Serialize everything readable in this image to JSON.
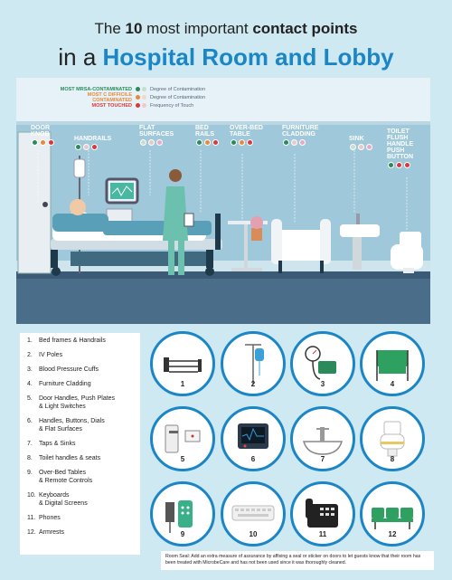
{
  "title": {
    "line1_pre": "The ",
    "line1_num": "10",
    "line1_mid": " most important ",
    "line1_bold": "contact points",
    "line2_pre": "in a ",
    "line2_big": "Hospital Room and Lobby"
  },
  "legend": {
    "rows": [
      {
        "label": "MOST MRSA-CONTAMINATED",
        "color": "#2a8a5a",
        "desc": "Degree of Contamination"
      },
      {
        "label": "MOST C DIFFICILE CONTAMINATED",
        "color": "#e8893a",
        "desc": "Degree of Contamination"
      },
      {
        "label": "MOST TOUCHED",
        "color": "#d83a3a",
        "desc": "Frequency of Touch"
      }
    ]
  },
  "touch_points": [
    {
      "label": "Door\nKnob",
      "dots": [
        "#2a8a5a",
        "#e8893a",
        "#d83a3a"
      ]
    },
    {
      "label": "Handrails",
      "dots": [
        "#2a8a5a",
        "#e8c8c8",
        "#d83a3a"
      ]
    },
    {
      "label": "Flat\nSurfaces",
      "dots": [
        "#c8dcd0",
        "#e8c8c8",
        "#e8a8c8"
      ]
    },
    {
      "label": "Bed\nRails",
      "dots": [
        "#2a8a5a",
        "#e8893a",
        "#d83a3a"
      ]
    },
    {
      "label": "Over-Bed\nTable",
      "dots": [
        "#2a8a5a",
        "#e8893a",
        "#d83a3a"
      ]
    },
    {
      "label": "Furniture\nCladding",
      "dots": [
        "#2a8a5a",
        "#e8c8c8",
        "#e8a8c8"
      ]
    },
    {
      "label": "Sink",
      "dots": [
        "#c8dcd0",
        "#e8c8c8",
        "#e8a8c8"
      ]
    },
    {
      "label": "Toilet\nFlush\nHandle\nPush\nButton",
      "dots": [
        "#2a8a5a",
        "#d83a3a",
        "#d83a3a"
      ]
    }
  ],
  "list": [
    {
      "num": "1.",
      "label": "Bed frames & Handrails"
    },
    {
      "num": "2.",
      "label": "IV Poles"
    },
    {
      "num": "3.",
      "label": "Blood Pressure Cuffs"
    },
    {
      "num": "4.",
      "label": "Furniture Cladding"
    },
    {
      "num": "5.",
      "label": "Door Handles, Push Plates\n& Light Switches"
    },
    {
      "num": "6.",
      "label": "Handles, Buttons, Dials\n& Flat Surfaces"
    },
    {
      "num": "7.",
      "label": "Taps & Sinks"
    },
    {
      "num": "8.",
      "label": "Toilet handles & seats"
    },
    {
      "num": "9.",
      "label": "Over-Bed Tables\n& Remote Controls"
    },
    {
      "num": "10.",
      "label": "Keyboards\n& Digital Screens"
    },
    {
      "num": "11.",
      "label": "Phones"
    },
    {
      "num": "12.",
      "label": "Armrests"
    }
  ],
  "circles": [
    {
      "num": "1",
      "icon": "bed-icon"
    },
    {
      "num": "2",
      "icon": "iv-pole-icon"
    },
    {
      "num": "3",
      "icon": "blood-pressure-cuff-icon"
    },
    {
      "num": "4",
      "icon": "chair-icon"
    },
    {
      "num": "5",
      "icon": "door-handle-icon"
    },
    {
      "num": "6",
      "icon": "monitor-icon"
    },
    {
      "num": "7",
      "icon": "sink-icon"
    },
    {
      "num": "8",
      "icon": "toilet-icon"
    },
    {
      "num": "9",
      "icon": "remote-icon"
    },
    {
      "num": "10",
      "icon": "keyboard-icon"
    },
    {
      "num": "11",
      "icon": "phone-icon"
    },
    {
      "num": "12",
      "icon": "bench-icon"
    }
  ],
  "note": "Room Seal: Add an extra measure of assurance by affixing a seal or sticker on doors to let guests know that their room has been treated with MicrobeCare and has not been used since it was thoroughly cleaned.",
  "colors": {
    "accent": "#1b86c6",
    "scene_wall": "#cfe5ee",
    "scene_floor": "#4a6d8a"
  }
}
